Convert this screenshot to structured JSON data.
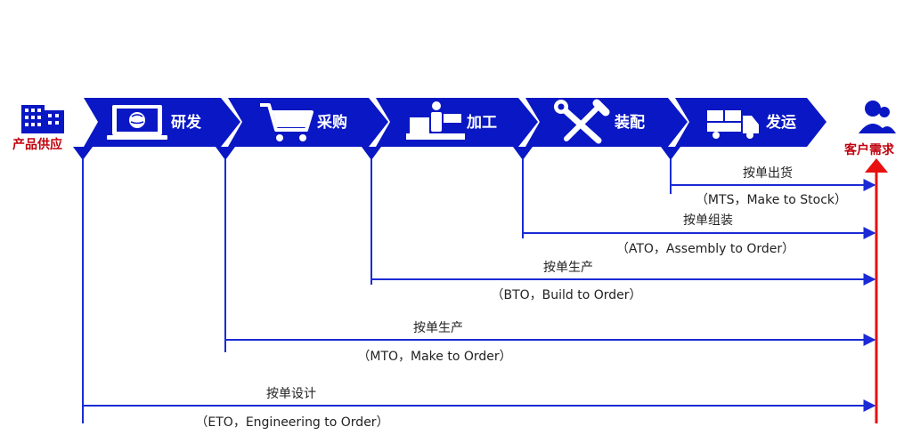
{
  "supply_label": "产品供应",
  "demand_label": "客户需求",
  "stages": [
    {
      "label": "研发",
      "icon": "laptop-globe-icon"
    },
    {
      "label": "采购",
      "icon": "shopping-cart-icon"
    },
    {
      "label": "加工",
      "icon": "machine-operator-icon"
    },
    {
      "label": "装配",
      "icon": "wrench-screwdriver-icon"
    },
    {
      "label": "发运",
      "icon": "delivery-truck-icon"
    }
  ],
  "flows": [
    {
      "title": "按单出货",
      "subtitle": "（MTS，Make to Stock）"
    },
    {
      "title": "按单组装",
      "subtitle": "（ATO，Assembly to Order）"
    },
    {
      "title": "按单生产",
      "subtitle": "（BTO，Build to Order）"
    },
    {
      "title": "按单生产",
      "subtitle": "（MTO，Make to Order）"
    },
    {
      "title": "按单设计",
      "subtitle": "（ETO，Engineering to Order）"
    }
  ],
  "colors": {
    "chevron": "#0a17c4",
    "flow_line": "#1a2bd6",
    "demand_arrow": "#e81010",
    "end_label": "#c0000c"
  }
}
